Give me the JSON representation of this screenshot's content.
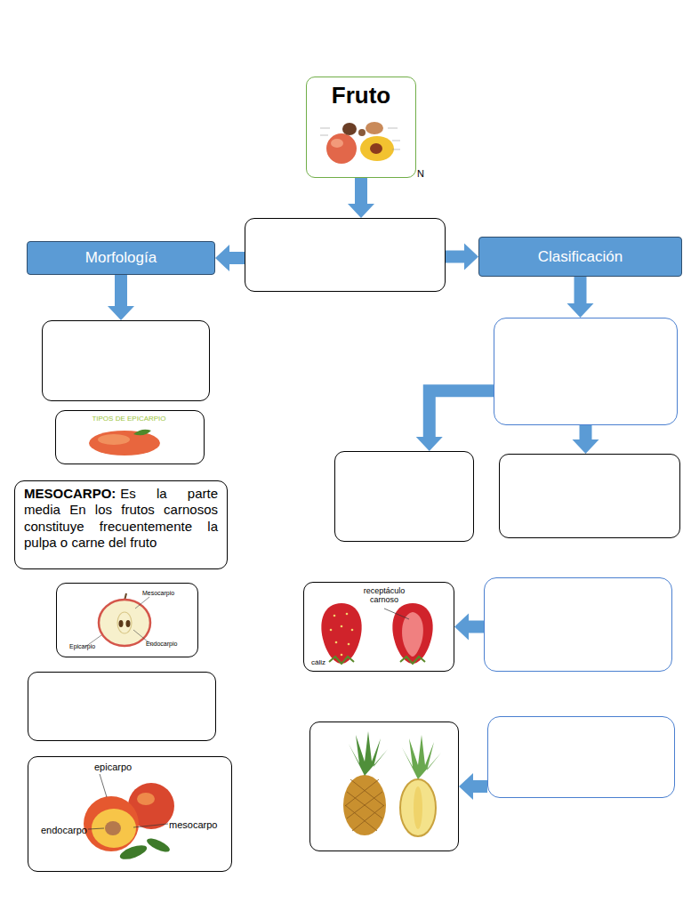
{
  "diagram": {
    "nodes": [
      {
        "text": [
          "Fruto"
        ]
      },
      {
        "text": []
      },
      {
        "text": [
          "Morfología"
        ]
      },
      {
        "text": [
          "Clasificación"
        ]
      },
      {
        "text": []
      },
      {
        "text": []
      },
      {
        "text": [
          "TIPOS DE EPICARPIO"
        ]
      },
      {
        "text": []
      },
      {
        "text": []
      },
      {
        "text": [
          "MESOCARPO:",
          "Es la parte media En los frutos carnosos constituye frecuentemente la pulpa o carne del fruto"
        ]
      },
      {
        "text": [
          "Mesocarpio",
          "Epicarpio",
          "Endocarpio"
        ]
      },
      {
        "text": [
          "receptáculo carnoso",
          "cáliz"
        ]
      },
      {
        "text": []
      },
      {
        "text": []
      },
      {
        "text": []
      },
      {
        "text": []
      },
      {
        "text": [
          "epicarpo",
          "endocarpo",
          "mesocarpo"
        ]
      }
    ],
    "edges": [
      {
        "from": 0,
        "to": 1,
        "arrow": "to"
      },
      {
        "from": 1,
        "to": 2,
        "arrow": "to"
      },
      {
        "from": 1,
        "to": 3,
        "arrow": "to"
      },
      {
        "from": 2,
        "to": 4,
        "arrow": "to"
      },
      {
        "from": 3,
        "to": 5,
        "arrow": "to"
      },
      {
        "from": 5,
        "to": 7,
        "arrow": "to"
      },
      {
        "from": 5,
        "to": 8,
        "arrow": "to"
      },
      {
        "from": 12,
        "to": 11,
        "arrow": "to"
      },
      {
        "from": 15,
        "to": 14,
        "arrow": "to"
      }
    ],
    "labels": [
      "N"
    ]
  }
}
